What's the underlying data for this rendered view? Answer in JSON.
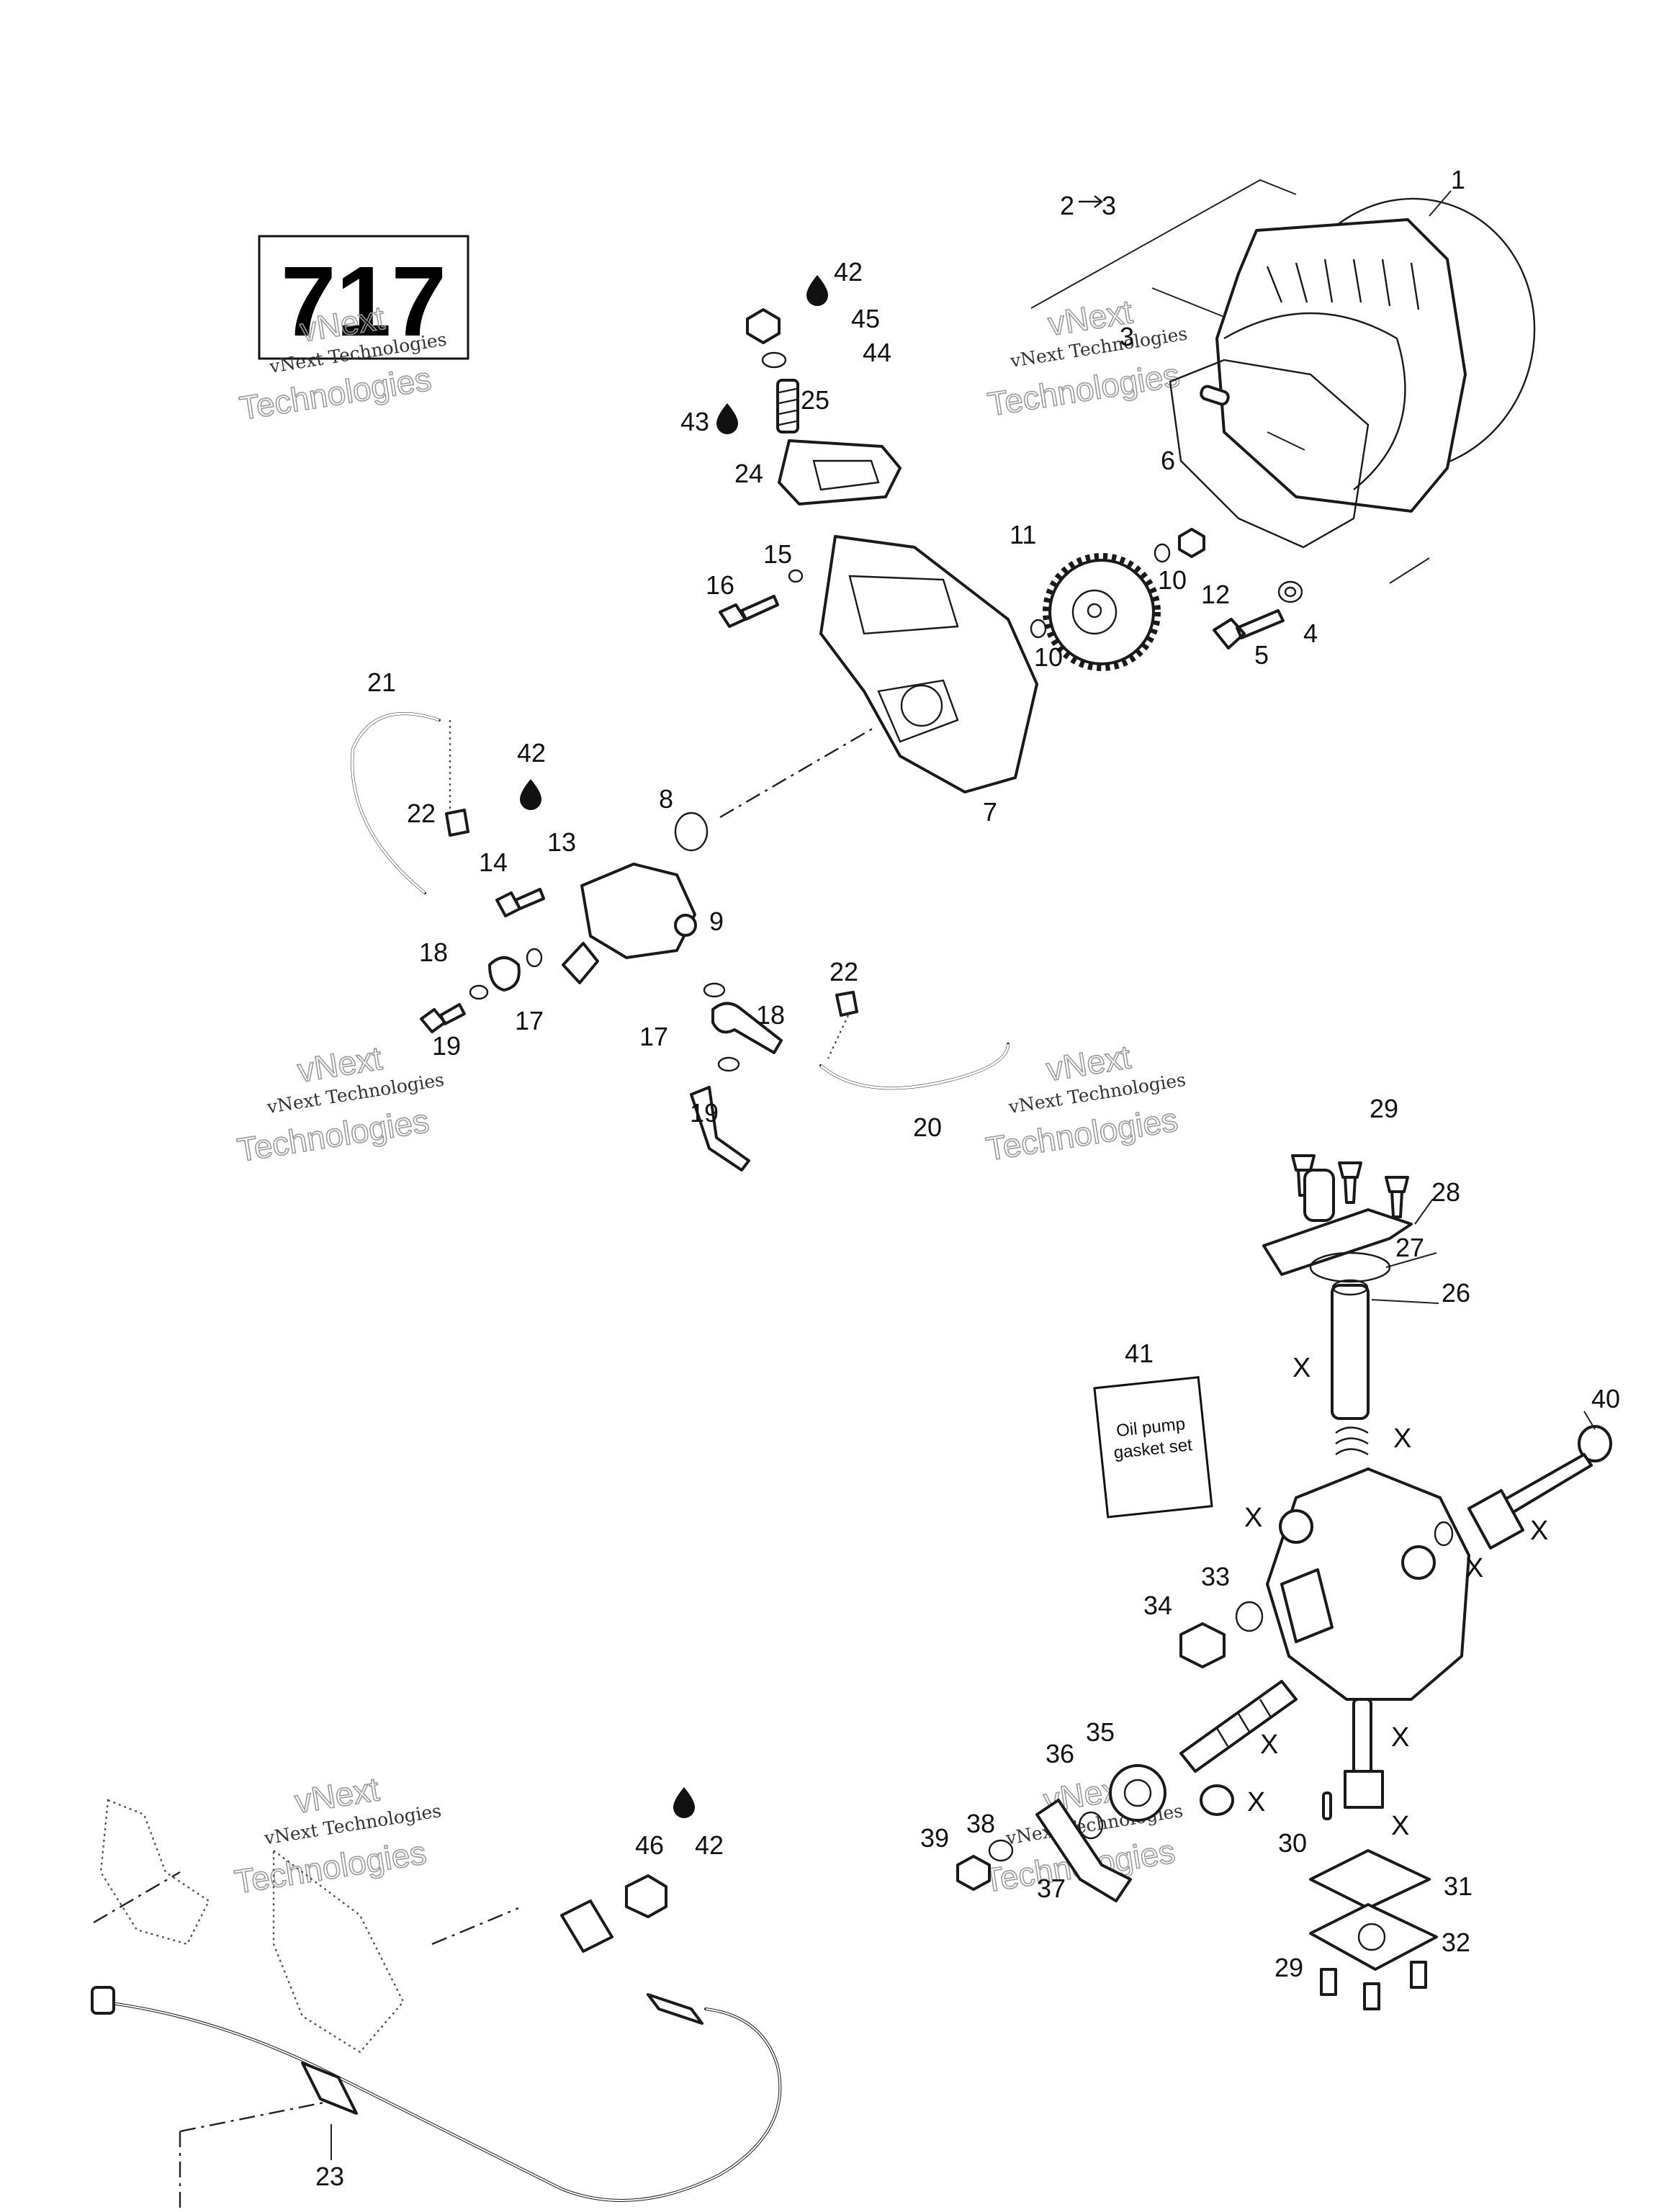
{
  "engine_badge": "717",
  "watermark": {
    "top": "vNext",
    "line": "vNext Technologies",
    "bottom": "Technologies"
  },
  "gasket_label": {
    "line1": "Oil pump",
    "line2": "gasket set"
  },
  "callouts": {
    "c1": "1",
    "c2": "2",
    "c3": "3",
    "c3b": "3",
    "c4": "4",
    "c5": "5",
    "c6": "6",
    "c7": "7",
    "c8": "8",
    "c9": "9",
    "c10a": "10",
    "c10b": "10",
    "c11": "11",
    "c12": "12",
    "c13": "13",
    "c14": "14",
    "c15": "15",
    "c16": "16",
    "c17a": "17",
    "c17b": "17",
    "c18a": "18",
    "c18b": "18",
    "c19a": "19",
    "c19b": "19",
    "c20": "20",
    "c21": "21",
    "c22a": "22",
    "c22b": "22",
    "c23": "23",
    "c24": "24",
    "c25": "25",
    "c26": "26",
    "c27": "27",
    "c28": "28",
    "c29a": "29",
    "c29b": "29",
    "c30": "30",
    "c31": "31",
    "c32": "32",
    "c33": "33",
    "c34": "34",
    "c35": "35",
    "c36": "36",
    "c37": "37",
    "c38": "38",
    "c39": "39",
    "c40": "40",
    "c41": "41",
    "c42a": "42",
    "c42b": "42",
    "c42c": "42",
    "c43": "43",
    "c44": "44",
    "c45": "45",
    "c46": "46"
  },
  "x_mark": "X",
  "icons": [
    "drop-icon",
    "arrow-right-icon"
  ]
}
